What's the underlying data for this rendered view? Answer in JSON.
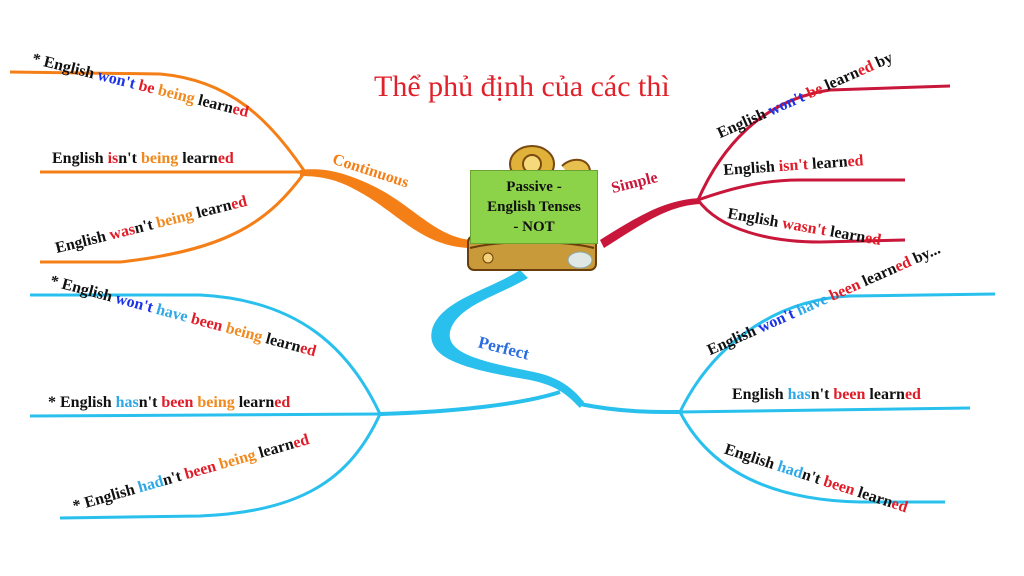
{
  "title": "Thể phủ định của các thì",
  "center": {
    "lines": [
      "Passive -",
      "English Tenses",
      "- NOT"
    ]
  },
  "branches": {
    "continuous": "Continuous",
    "simple": "Simple",
    "perfect": "Perfect"
  },
  "colors": {
    "continuous": "#f57f17",
    "simple": "#c8173a",
    "perfect": "#29c0ee",
    "center_box": "#8cd34a"
  },
  "sentences": {
    "cont1": {
      "p1": "* English ",
      "p2": "won't",
      "p3": " be ",
      "p4": "being",
      "p5": " learn",
      "p6": "ed"
    },
    "cont2": {
      "p1": "English ",
      "p2": "is",
      "p3": "n't ",
      "p4": "being",
      "p5": " learn",
      "p6": "ed"
    },
    "cont3": {
      "p1": "English ",
      "p2": "was",
      "p3": "n't ",
      "p4": "being",
      "p5": " learn",
      "p6": "ed"
    },
    "simp1": {
      "p1": "English ",
      "p2": "won't",
      "p3": " be",
      "p4": " learn",
      "p5": "ed",
      "p6": " by"
    },
    "simp2": {
      "p1": "English ",
      "p2": "isn't",
      "p3": " learn",
      "p4": "ed"
    },
    "simp3": {
      "p1": "English ",
      "p2": "wasn't",
      "p3": " learn",
      "p4": "ed"
    },
    "perfL1": {
      "p1": "* English ",
      "p2": "won't",
      "p3": " have",
      "p4": " been",
      "p5": " being",
      "p6": " learn",
      "p7": "ed"
    },
    "perfL2": {
      "p1": "* English ",
      "p2": "has",
      "p3": "n't ",
      "p4": "been",
      "p5": " being",
      "p6": " learn",
      "p7": "ed"
    },
    "perfL3": {
      "p1": "* English ",
      "p2": "had",
      "p3": "n't ",
      "p4": "been",
      "p5": " being",
      "p6": " learn",
      "p7": "ed"
    },
    "perfR1": {
      "p1": "English ",
      "p2": "won't",
      "p3": " have",
      "p4": " been",
      "p5": " learn",
      "p6": "ed",
      "p7": " by..."
    },
    "perfR2": {
      "p1": "English ",
      "p2": "has",
      "p3": "n't ",
      "p4": "been",
      "p5": " learn",
      "p6": "ed"
    },
    "perfR3": {
      "p1": "English ",
      "p2": "had",
      "p3": "n't ",
      "p4": "been",
      "p5": " learn",
      "p6": "ed"
    }
  }
}
